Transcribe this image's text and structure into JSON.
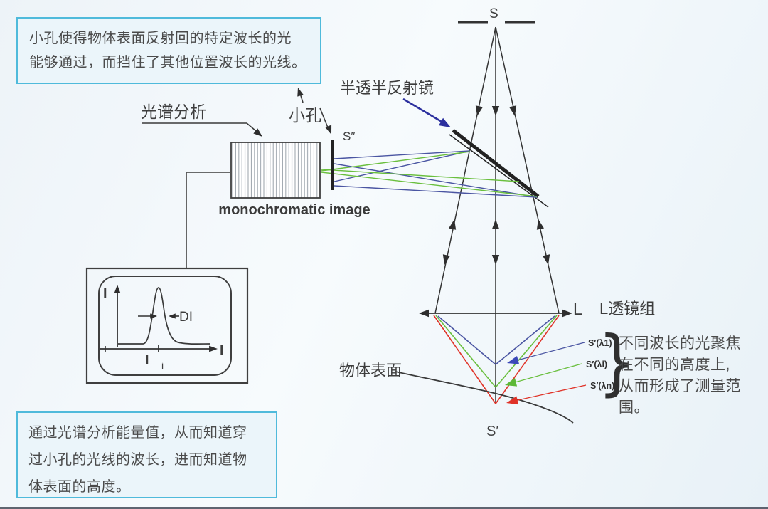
{
  "annotations": {
    "top_note": {
      "lines": [
        "小孔使得物体表面反射回的特定波长的光",
        "能够通过，而挡住了其他位置波长的光线。"
      ]
    },
    "bottom_note": {
      "lines": [
        "通过光谱分析能量值，从而知道穿",
        "过小孔的光线的波长，进而知道物",
        "体表面的高度。"
      ]
    },
    "right_note": {
      "lines": [
        "不同波长的光聚焦",
        "在不同的高度上,",
        "从而形成了测量范",
        "围。"
      ],
      "brace": "}"
    }
  },
  "labels": {
    "spectral_analysis": "光谱分析",
    "pinhole": "小孔",
    "beam_splitter": "半透半反射镜",
    "monochromatic_image": "monochromatic image",
    "object_surface": "物体表面",
    "lens": "L",
    "lens_group": "L透镜组",
    "source": "S",
    "image_point": "S″",
    "focus_point": "S′",
    "focus_lambda_1": "S′(λ1)",
    "focus_lambda_i": "S′(λi)",
    "focus_lambda_n": "S′(λn)"
  },
  "graph": {
    "y_axis_label": "I",
    "x_axis_label": "I",
    "peak_width_label": "DI",
    "peak_label": "I",
    "peak_label_subscript": "i"
  },
  "colors": {
    "note_border": "#4fbadb",
    "diagram_line": "#333333",
    "ray_blue": "#4a55a2",
    "ray_green": "#6abf3e",
    "ray_red": "#e03227",
    "pointer_blue": "#2b2f9e"
  }
}
